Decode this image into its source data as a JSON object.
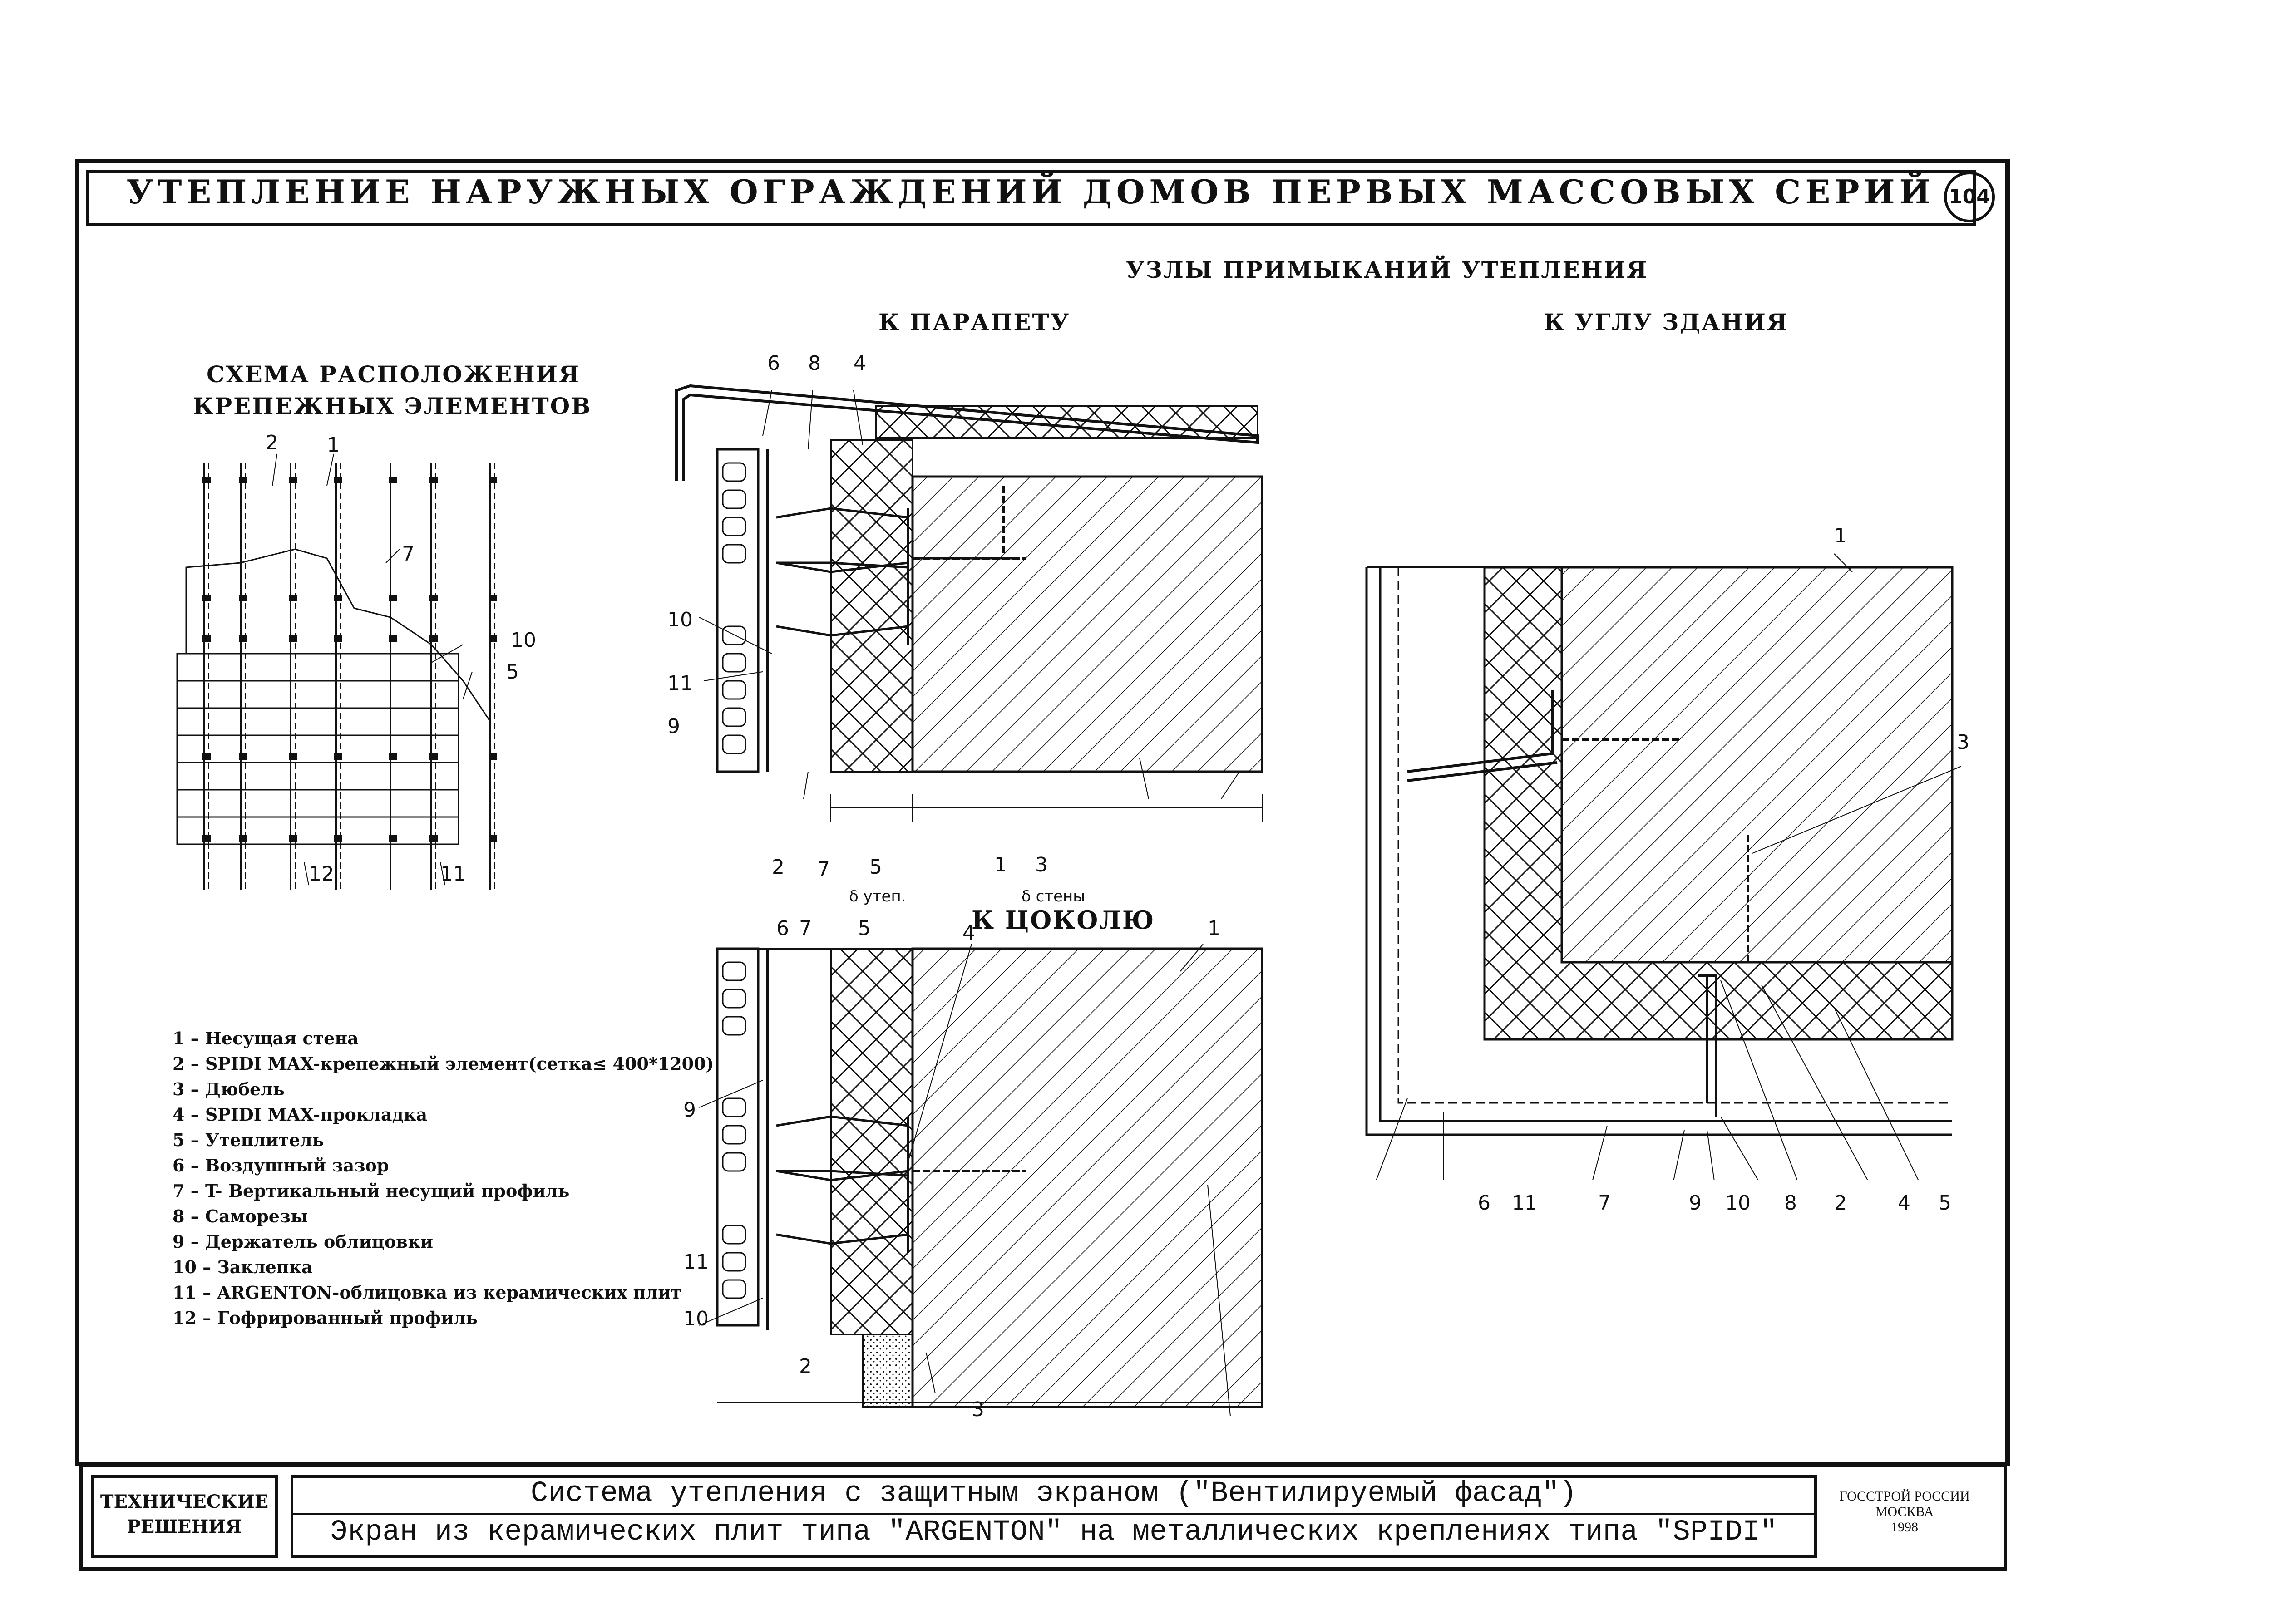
{
  "sheet": {
    "title": "УТЕПЛЕНИЕ НАРУЖНЫХ ОГРАЖДЕНИЙ ДОМОВ ПЕРВЫХ МАССОВЫХ СЕРИЙ",
    "sheet_number": "104"
  },
  "headings": {
    "nodes": "УЗЛЫ ПРИМЫКАНИЙ УТЕПЛЕНИЯ",
    "parapet": "К ПАРАПЕТУ",
    "corner": "К УГЛУ ЗДАНИЯ",
    "plinth": "К ЦОКОЛЮ",
    "scheme_line1": "СХЕМА РАСПОЛОЖЕНИЯ",
    "scheme_line2": "КРЕПЕЖНЫХ ЭЛЕМЕНТОВ"
  },
  "dimensions": {
    "insulation": "δ утеп.",
    "wall": "δ стены"
  },
  "legend": [
    "1 – Несущая стена",
    "2 – SPIDI MAX-крепежный элемент(сетка≤ 400*1200)",
    "3 – Дюбель",
    "4 – SPIDI MAX-прокладка",
    "5 – Утеплитель",
    "6 – Воздушный зазор",
    "7 – T- Вертикальный несущий профиль",
    "8 – Саморезы",
    "9 – Держатель облицовки",
    "10 – Заклепка",
    "11 – ARGENTON-облицовка из керамических плит",
    "12 – Гофрированный профиль"
  ],
  "callouts": {
    "scheme": {
      "c2": "2",
      "c1": "1",
      "c7": "7",
      "c10": "10",
      "c5": "5",
      "c12": "12",
      "c11": "11"
    },
    "parapet": {
      "c6": "6",
      "c8": "8",
      "c4": "4",
      "c10": "10",
      "c11": "11",
      "c9": "9",
      "c2": "2",
      "c7": "7",
      "c5": "5",
      "c1": "1",
      "c3": "3"
    },
    "plinth": {
      "c6": "6",
      "c7": "7",
      "c5": "5",
      "c4": "4",
      "c1": "1",
      "c9": "9",
      "c11": "11",
      "c10": "10",
      "c2": "2",
      "c3": "3"
    },
    "corner": {
      "c1": "1",
      "c3": "3",
      "c6": "6",
      "c11": "11",
      "c7": "7",
      "c9": "9",
      "c10": "10",
      "c8": "8",
      "c2": "2",
      "c4": "4",
      "c5": "5"
    }
  },
  "title_block": {
    "left_line1": "ТЕХНИЧЕСКИЕ",
    "left_line2": "РЕШЕНИЯ",
    "line1": "Система утепления с защитным экраном (\"Вентилируемый фасад\")",
    "line2": "Экран из керамических плит типа \"ARGENTON\" на металлических креплениях типа \"SPIDI\"",
    "org_line1": "ГОССТРОЙ РОССИИ",
    "org_line2": "МОСКВА",
    "org_line3": "1998"
  }
}
